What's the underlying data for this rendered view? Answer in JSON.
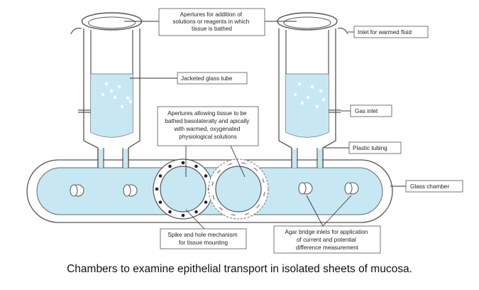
{
  "labels": {
    "apertures_top": [
      "Apertures for addition of",
      "solutions or reagents in which",
      "tissue is bathed"
    ],
    "inlet_warmed": "Inlet for warmed fluid",
    "jacketed_tube": "Jacketed glass tube",
    "apertures_middle": [
      "Apertures allowing tissue to be",
      "bathed basolaterally and apically",
      "with warmed, oxygenated",
      "physiological solutions"
    ],
    "gas_inlet": "Gas inlet",
    "plastic_tubing": "Plastic tubing",
    "glass_chamber": "Glass chamber",
    "spike_hole": [
      "Spike and hole mechanism",
      "for tissue mounting"
    ],
    "agar_bridge": [
      "Agar bridge inlets for application",
      "of current and potential",
      "difference measurement"
    ]
  },
  "caption": "Chambers to examine epithelial transport in isolated sheets of mucosa.",
  "colors": {
    "fluid": "#c7e8f3",
    "outline": "#555555",
    "label_border": "#666666",
    "spike": "#222222",
    "hole": "#a07a8a"
  }
}
